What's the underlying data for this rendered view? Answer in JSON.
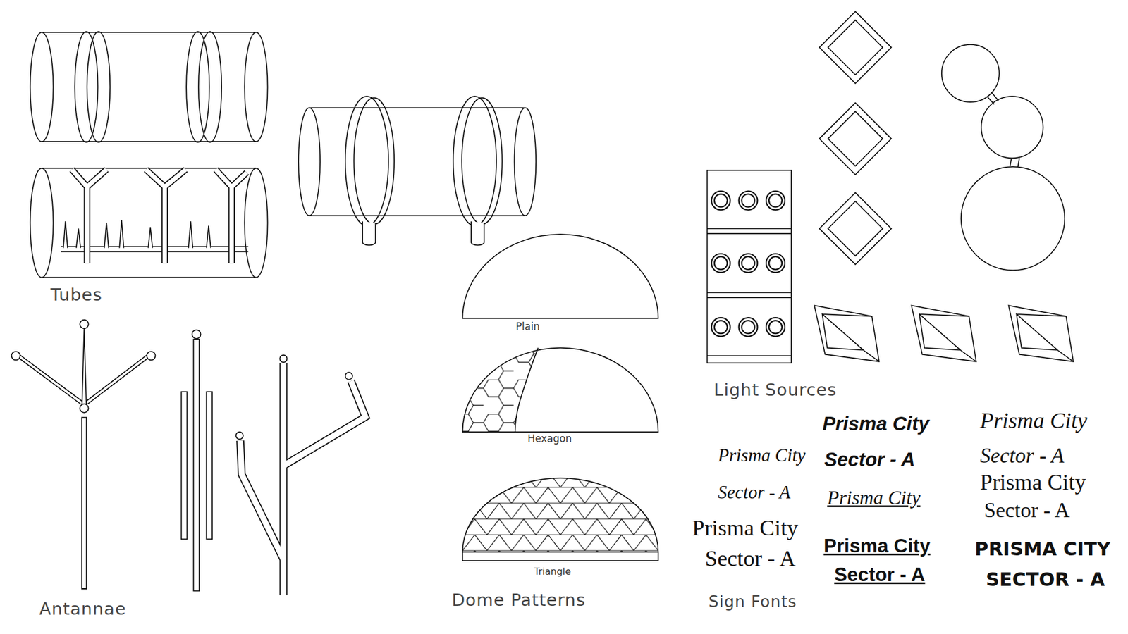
{
  "diagram": {
    "labels": [
      "Tubes",
      "Antannae",
      "Plain",
      "Hexagon",
      "Triangle",
      "Dome Patterns",
      "Light Sources",
      "Sign Fonts",
      "Prisma City",
      "Sector - A",
      "Prisma City",
      "Sector - A",
      "Prisma City",
      "Sector - A",
      "Prisma City",
      "Prisma City",
      "Sector - A",
      "Prisma City",
      "Sector - A",
      "Prisma City",
      "Sector - A",
      "PRISMA CITY",
      "SECTOR - A"
    ]
  }
}
